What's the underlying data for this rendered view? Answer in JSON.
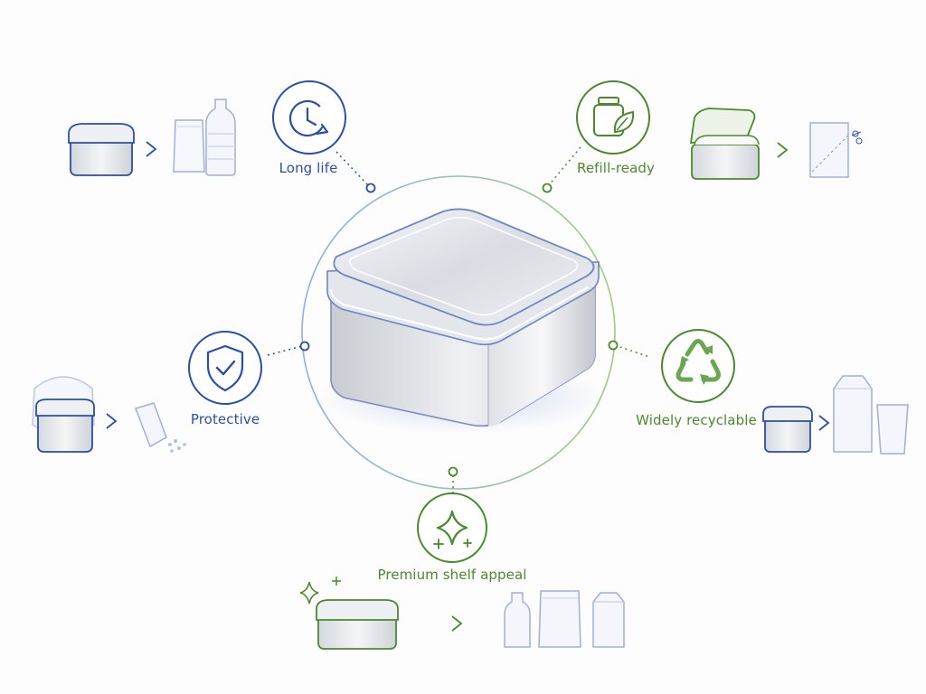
{
  "features": {
    "long_life": {
      "label": "Long life",
      "icon": "clock-refresh-icon",
      "color": "#2a4fa8"
    },
    "refill_ready": {
      "label": "Refill-ready",
      "icon": "jar-leaf-icon",
      "color": "#4a8a2c"
    },
    "protective": {
      "label": "Protective",
      "icon": "shield-check-icon",
      "color": "#2a4fa8"
    },
    "widely_recyclable": {
      "label": "Widely recyclable",
      "icon": "recycle-icon",
      "color": "#4a8a2c"
    },
    "premium_shelf_appeal": {
      "label": "Premium shelf appeal",
      "icon": "sparkle-icon",
      "color": "#4a8a2c"
    }
  },
  "center": {
    "icon": "metal-tin-box-icon"
  },
  "colors": {
    "blue": "#2a4fa8",
    "green": "#4a8a2c",
    "light_blue": "#b7c6ea",
    "light_green": "#a9d08f"
  }
}
